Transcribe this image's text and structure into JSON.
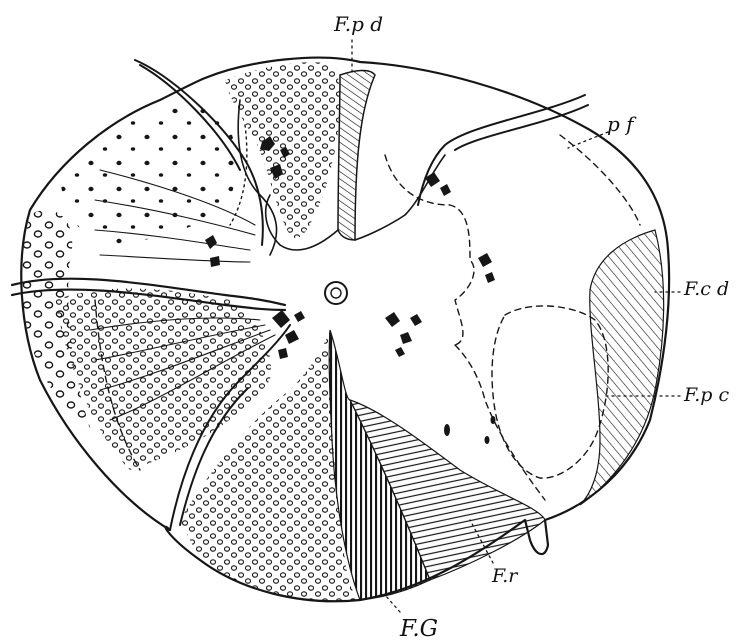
{
  "figure": {
    "labels": {
      "fpd": "F.p d",
      "pf": "p f",
      "fcd": "F.c d",
      "fpc": "F.p c",
      "fr": "F.r",
      "fg": "F.G"
    }
  },
  "colors": {
    "ink": "#161616",
    "paper": "#ffffff"
  }
}
